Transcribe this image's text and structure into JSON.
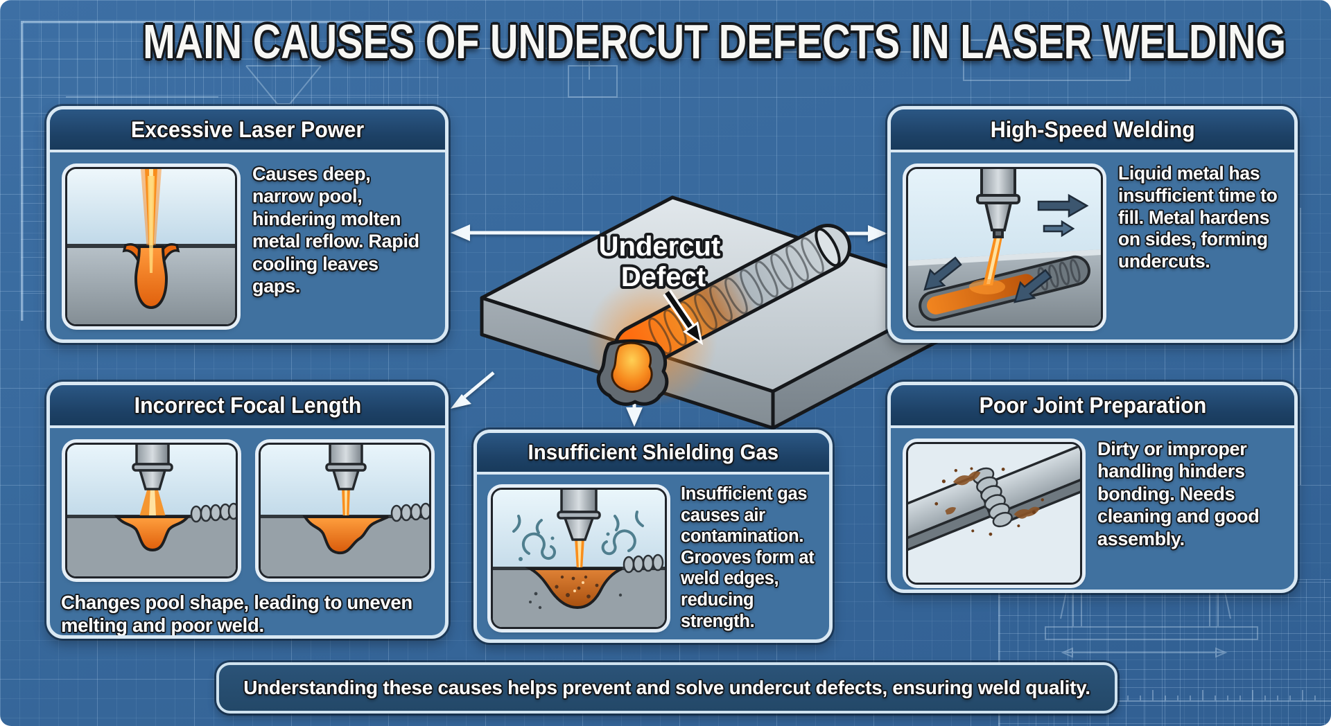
{
  "title": "MAIN CAUSES OF UNDERCUT DEFECTS IN LASER WELDING",
  "center_label": {
    "line1": "Undercut",
    "line2": "Defect"
  },
  "panels": {
    "excessive_laser_power": {
      "title": "Excessive Laser Power",
      "body": "Causes deep, narrow pool, hindering molten metal reflow. Rapid cooling leaves gaps.",
      "illustration": "laser-beam-deep-narrow-pool"
    },
    "high_speed_welding": {
      "title": "High-Speed Welding",
      "body": "Liquid metal has insufficient time to fill. Metal hardens on sides, forming undercuts.",
      "illustration": "nozzle-speed-arrows-groove"
    },
    "incorrect_focal_length": {
      "title": "Incorrect Focal Length",
      "body": "Changes pool shape, leading to uneven melting and poor weld.",
      "illustration": "two-focus-comparison"
    },
    "insufficient_shielding_gas": {
      "title": "Insufficient Shielding Gas",
      "body": "Insufficient gas causes air contamination. Grooves form at weld edges, reducing strength.",
      "illustration": "gas-swirls-contaminated-pool"
    },
    "poor_joint_preparation": {
      "title": "Poor Joint Preparation",
      "body": "Dirty or improper handling hinders bonding. Needs cleaning and good assembly.",
      "illustration": "dirty-joint-plates"
    }
  },
  "footer": "Understanding these causes helps prevent and solve undercut defects, ensuring weld quality.",
  "colors": {
    "background": "#38699c",
    "panel_header": "#1e4166",
    "panel_body": "#40719f",
    "panel_border": "#d9e8f3",
    "banner_bg": "#27506f",
    "molten_orange": "#f07d1d",
    "metal_gray": "#a9b3ba",
    "arrow_white": "#f2f8fc"
  }
}
